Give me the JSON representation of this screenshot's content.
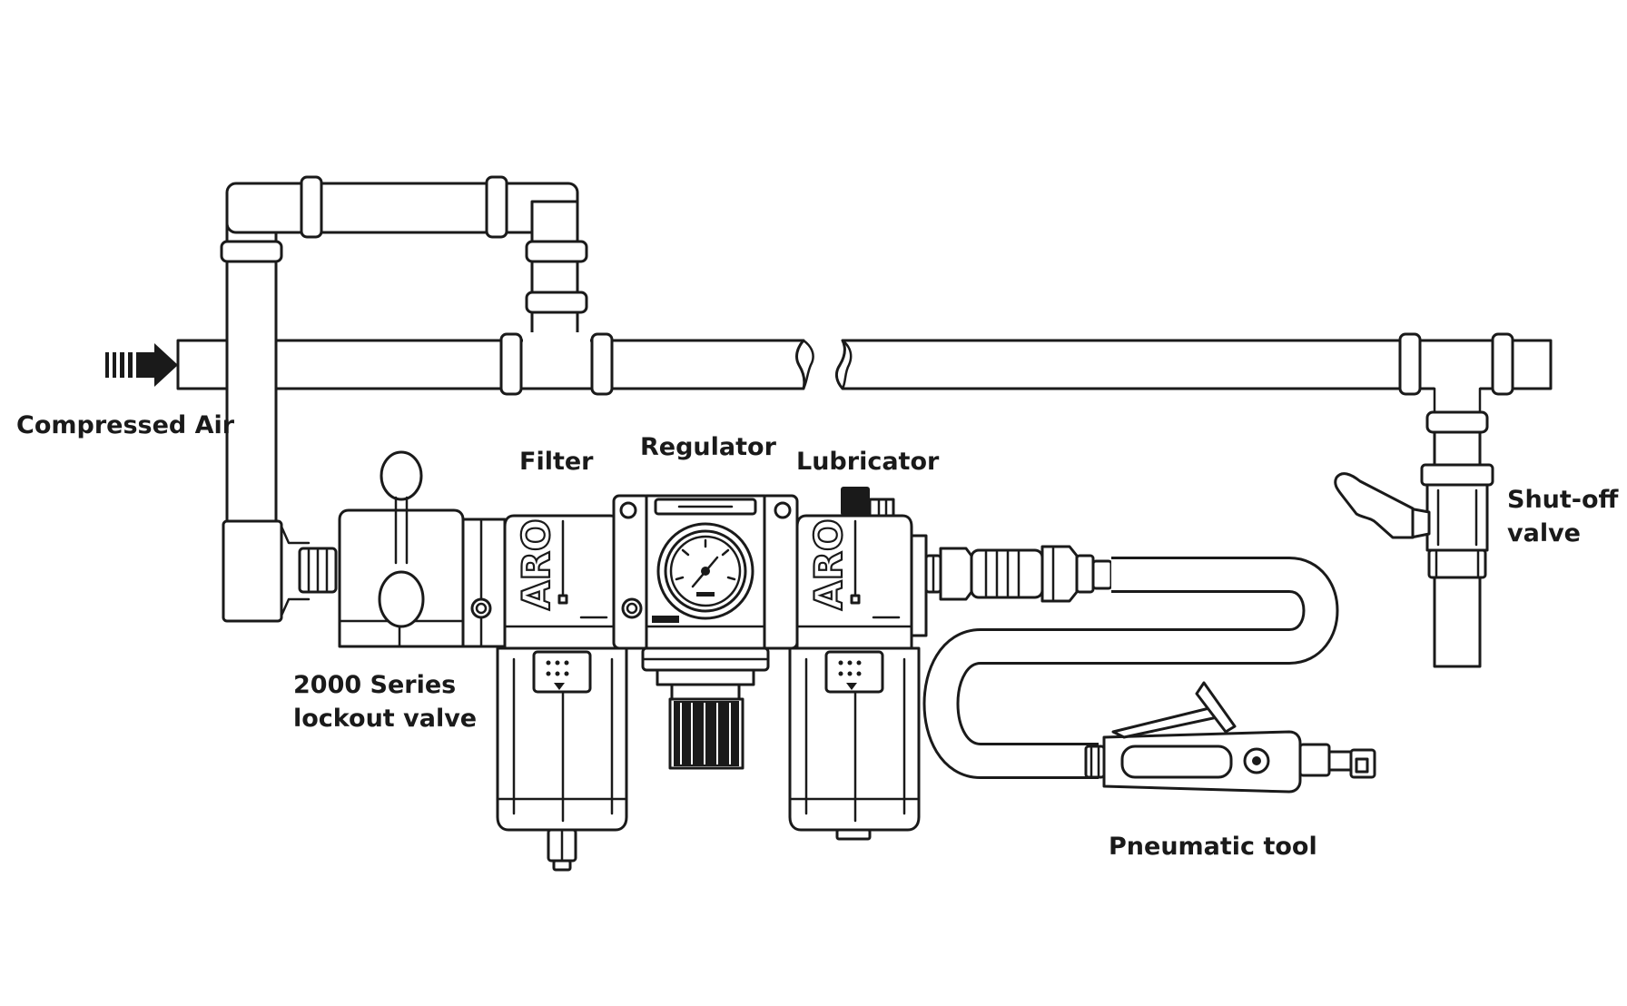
{
  "diagram": {
    "labels": {
      "compressed_air": "Compressed Air",
      "filter": "Filter",
      "regulator": "Regulator",
      "lubricator": "Lubricator",
      "shutoff_line1": "Shut-off",
      "shutoff_line2": "valve",
      "lockout_line1": "2000 Series",
      "lockout_line2": "lockout valve",
      "pneumatic_tool": "Pneumatic tool"
    },
    "brand_marks": {
      "frl_logo": "ARO"
    },
    "colors": {
      "line": "#1a1a1a",
      "fill": "#ffffff"
    }
  }
}
